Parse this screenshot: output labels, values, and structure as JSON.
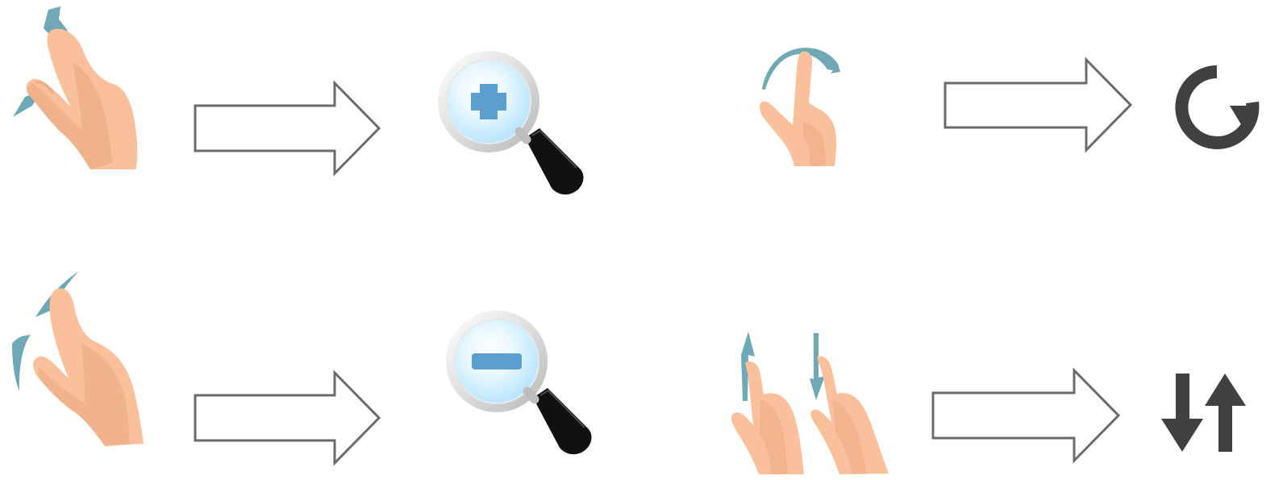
{
  "colors": {
    "background": "#ffffff",
    "skin": "#F9C09B",
    "skin_shadow": "#E9A57E",
    "gesture_trail": "#6FA9B5",
    "arrow_outline": "#6B6B6B",
    "magnifier_ring": "#D9D9D9",
    "magnifier_lens": "#DDF2FF",
    "magnifier_symbol": "#5B9FD0",
    "magnifier_handle": "#111111",
    "action_icon": "#414141"
  },
  "gesture_mappings": [
    {
      "gesture": "pinch-out-gesture",
      "result": "zoom-in-icon"
    },
    {
      "gesture": "rotate-gesture",
      "result": "rotate-icon"
    },
    {
      "gesture": "pinch-in-gesture",
      "result": "zoom-out-icon"
    },
    {
      "gesture": "two-finger-swipe-gesture",
      "result": "sort-arrows-icon"
    }
  ]
}
